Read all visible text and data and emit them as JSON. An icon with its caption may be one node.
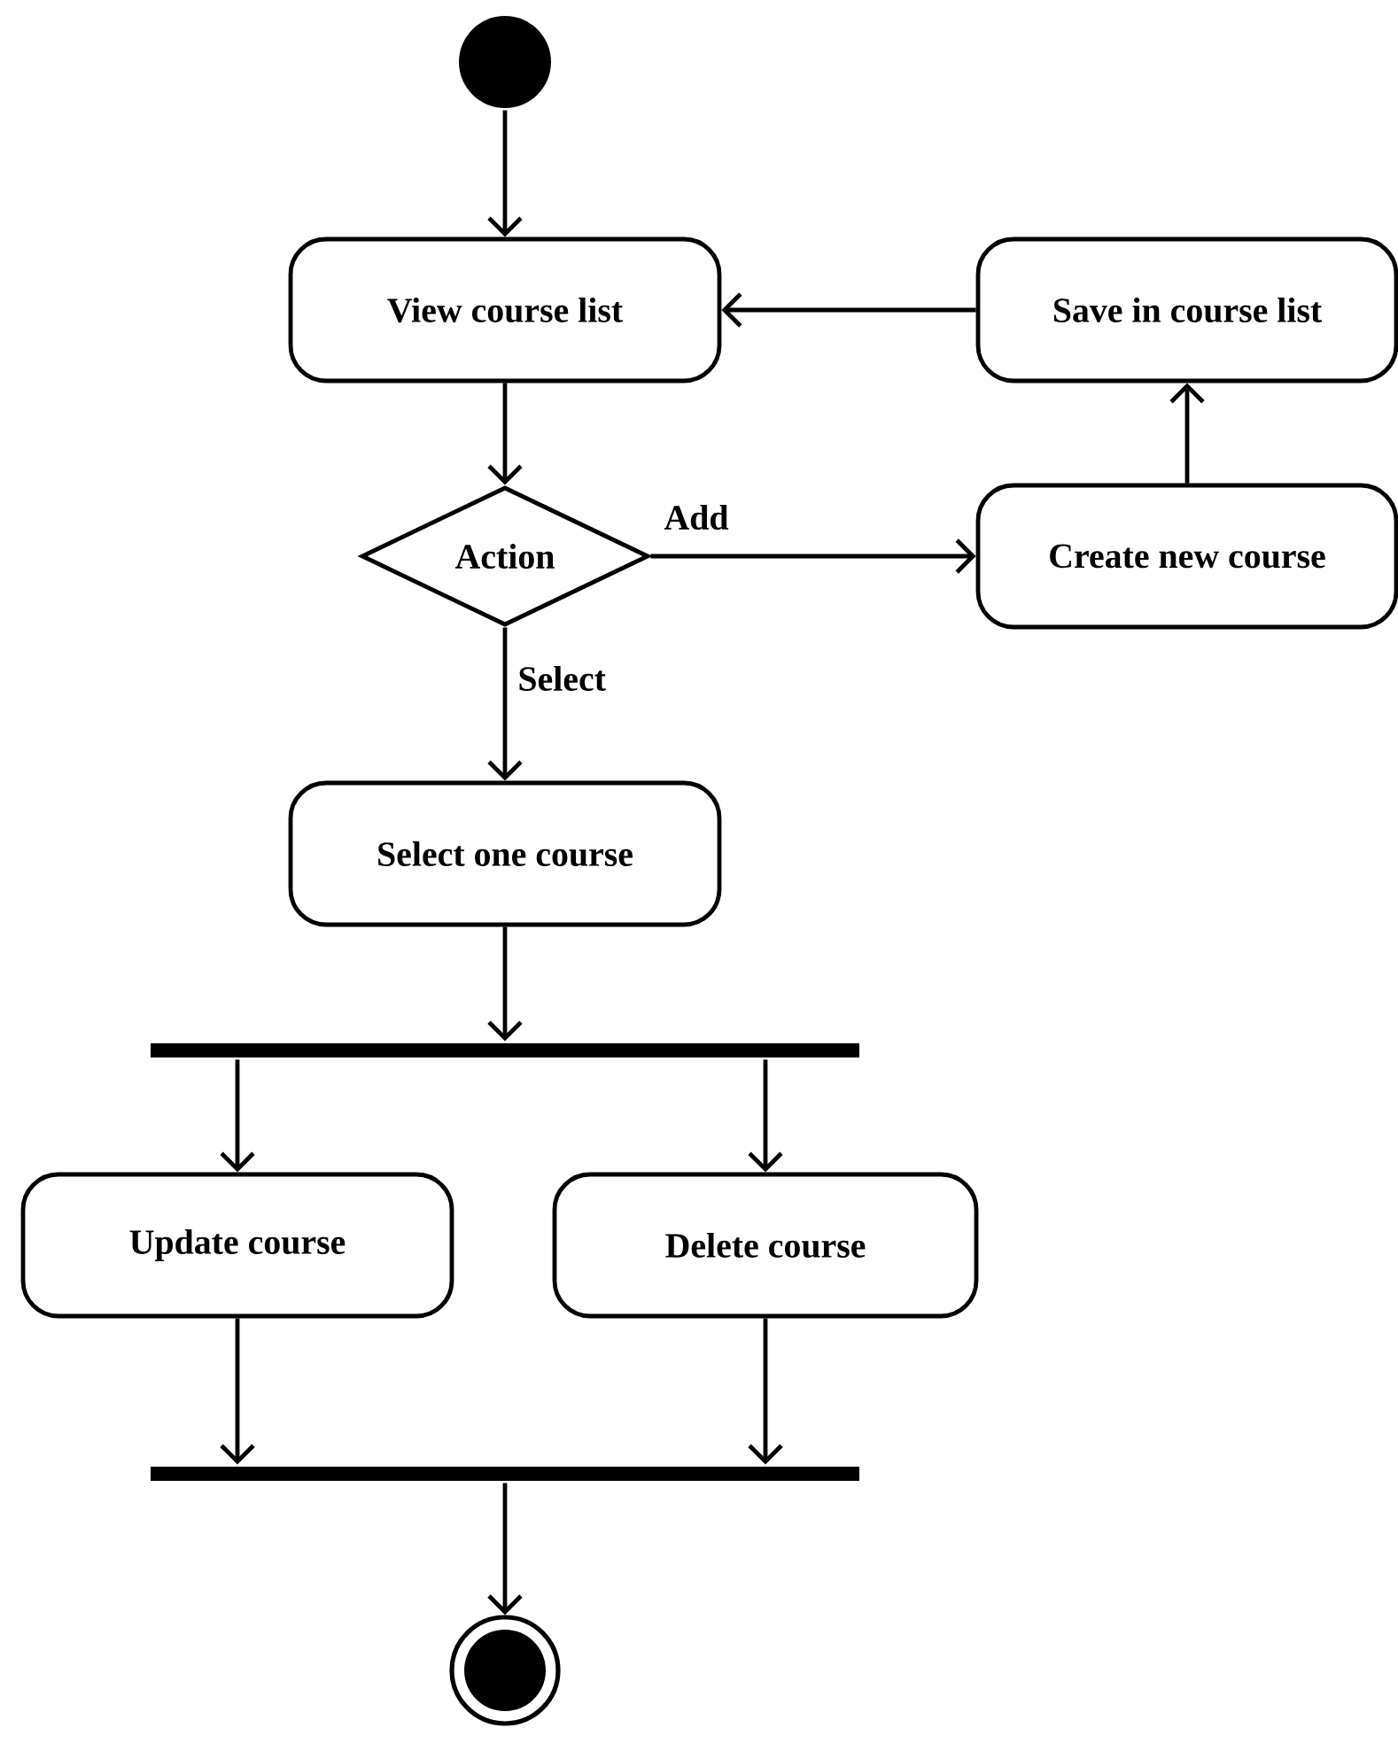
{
  "diagram": {
    "nodes": [
      {
        "text": [],
        "shape": "circle"
      },
      {
        "text": [
          "View course list"
        ]
      },
      {
        "text": [
          "Save in course list"
        ]
      },
      {
        "text": [
          "Action"
        ]
      },
      {
        "text": [
          "Create new course"
        ]
      },
      {
        "text": [
          "Select one course"
        ]
      },
      {
        "text": [],
        "shape": "bar"
      },
      {
        "text": [
          "Update course"
        ]
      },
      {
        "text": [
          "Delete course"
        ]
      },
      {
        "text": [],
        "shape": "bar"
      },
      {
        "text": [],
        "shape": "circle"
      }
    ],
    "edges": [
      {
        "from": 0,
        "to": 1,
        "arrow": "to"
      },
      {
        "from": 2,
        "to": 1,
        "arrow": "to"
      },
      {
        "from": 1,
        "to": 3,
        "arrow": "to"
      },
      {
        "from": 3,
        "to": 4,
        "label": "Add",
        "arrow": "to"
      },
      {
        "from": 4,
        "to": 2,
        "arrow": "to"
      },
      {
        "from": 3,
        "to": 5,
        "label": "Select",
        "arrow": "to"
      },
      {
        "from": 5,
        "to": 6,
        "arrow": "to"
      },
      {
        "from": 6,
        "to": 7,
        "arrow": "to"
      },
      {
        "from": 6,
        "to": 8,
        "arrow": "to"
      },
      {
        "from": 7,
        "to": 9,
        "arrow": "to"
      },
      {
        "from": 8,
        "to": 9,
        "arrow": "to"
      },
      {
        "from": 9,
        "to": 10,
        "arrow": "to"
      }
    ]
  }
}
